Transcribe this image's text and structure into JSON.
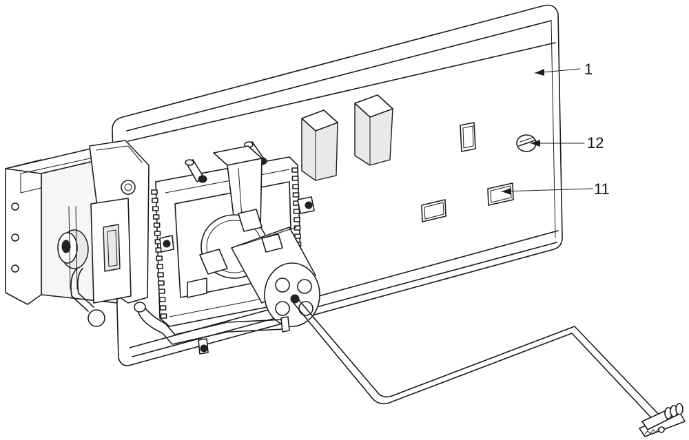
{
  "callouts": [
    {
      "id": "part-1",
      "label": "1"
    },
    {
      "id": "part-12",
      "label": "12"
    },
    {
      "id": "part-11",
      "label": "11"
    }
  ],
  "colors": {
    "line": "#1a1a1a",
    "background": "#ffffff"
  }
}
